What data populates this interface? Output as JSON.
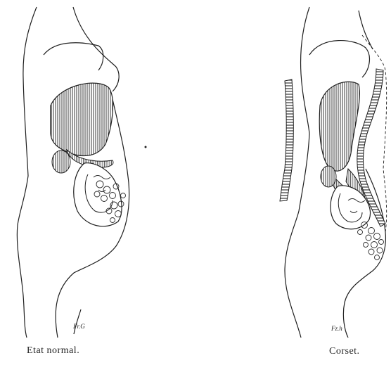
{
  "figures": [
    {
      "id": "left",
      "caption": "Etat normal.",
      "signature": "Fr.G"
    },
    {
      "id": "right",
      "caption": "Corset.",
      "signature": "Fz.h"
    }
  ],
  "colors": {
    "ink": "#1e1e1e",
    "paper": "#ffffff",
    "shade": "#3a3a3a"
  }
}
